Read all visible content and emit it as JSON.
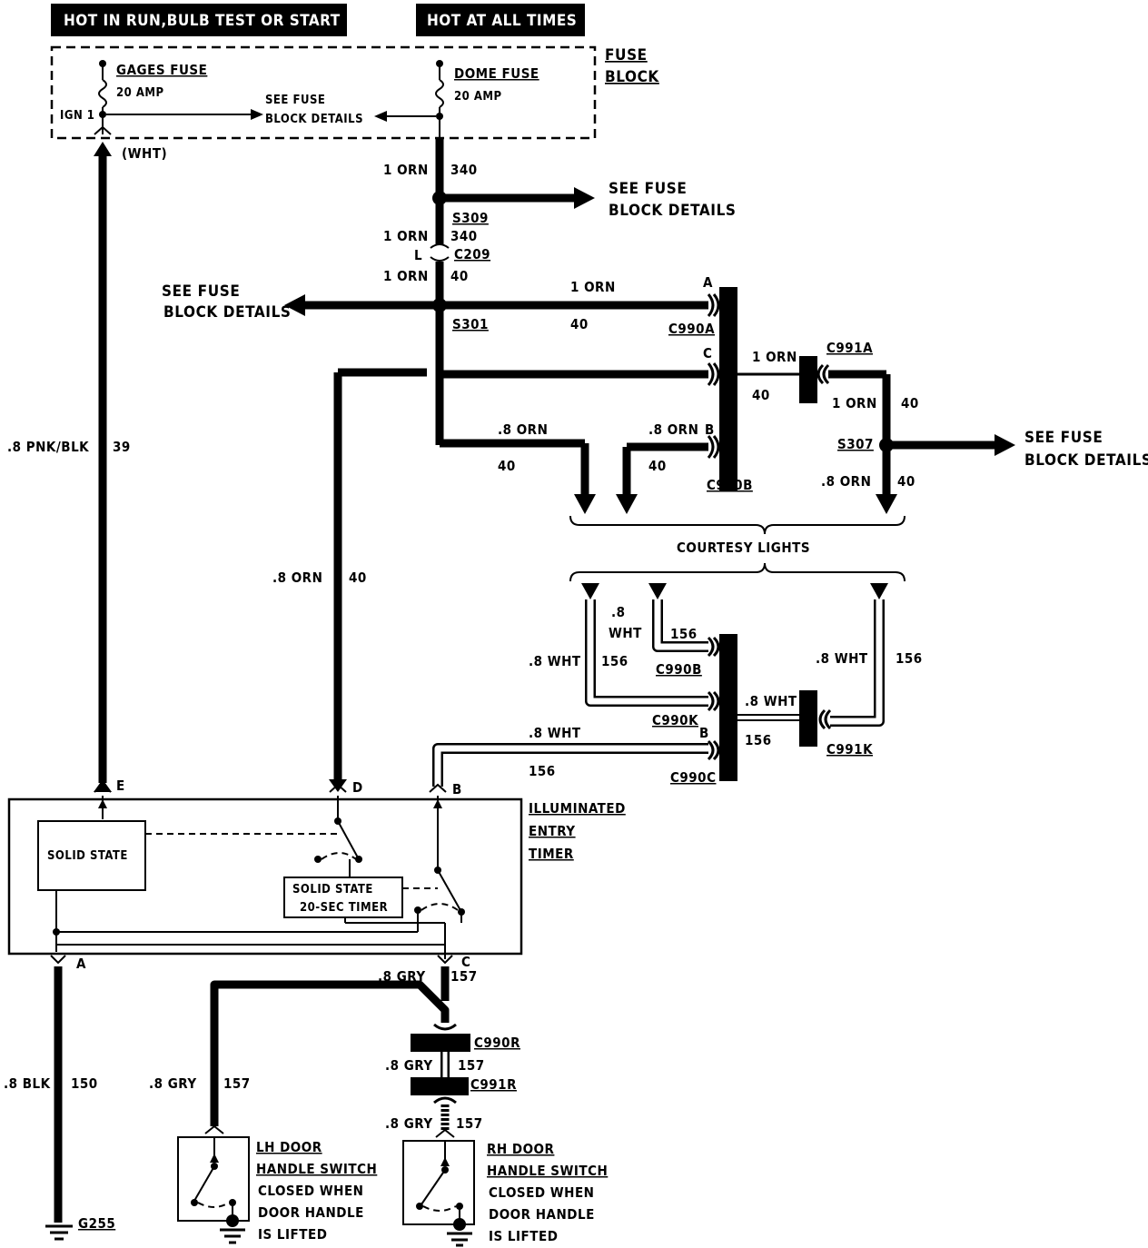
{
  "header": {
    "hot_run": "HOT IN RUN,BULB TEST OR START",
    "hot_all": "HOT AT ALL TIMES"
  },
  "fuse_block": {
    "label": "FUSE",
    "label2": "BLOCK",
    "gages_fuse": "GAGES FUSE",
    "gages_amp": "20 AMP",
    "dome_fuse": "DOME FUSE",
    "dome_amp": "20 AMP",
    "ign": "IGN 1",
    "see_fuse_1": "SEE FUSE",
    "see_fuse_1b": "BLOCK DETAILS",
    "wht": "(WHT)"
  },
  "wires": {
    "w340a_gauge": "1 ORN",
    "w340a_num": "340",
    "w340b_gauge": "1 ORN",
    "w340b_num": "340",
    "w40a_gauge": "1 ORN",
    "w40a_num": "40",
    "w39_gauge": ".8 PNK/BLK",
    "w39_num": "39",
    "w40_orn_1": "1 ORN",
    "w40_num_1": "40",
    "w40_orn_2": "1 ORN",
    "w40_num_2": "40",
    "w40_orn_3": "1 ORN",
    "w40_num_3": "40",
    "w8orn_a": ".8 ORN",
    "w8orn_a_num": "40",
    "w8orn_b": ".8 ORN",
    "w8orn_b_num": "40",
    "w8orn_c": ".8 ORN",
    "w8orn_c_num": "40",
    "w8orn_d": ".8 ORN",
    "w8orn_d_num": "40",
    "w8wht_a": ".8 WHT",
    "w8wht_a_num": "156",
    "w8wht_b_1": ".8",
    "w8wht_b_2": "WHT",
    "w8wht_b_num": "156",
    "w8wht_c": ".8 WHT",
    "w8wht_c_num": "156",
    "w8wht_d": ".8 WHT",
    "w8wht_d_num": "156",
    "w8wht_e": ".8 WHT",
    "w8wht_e_num": "156",
    "gry_a": ".8 GRY",
    "gry_a_num": "157",
    "gry_b": ".8 GRY",
    "gry_b_num": "157",
    "gry_c": ".8 GRY",
    "gry_c_num": "157",
    "gry_d": ".8 GRY",
    "gry_d_num": "157",
    "blk": ".8 BLK",
    "blk_num": "150"
  },
  "splices": {
    "s309": "S309",
    "c209": "C209",
    "c209_pin": "L",
    "s301": "S301",
    "s307": "S307"
  },
  "connectors": {
    "c990a": "C990A",
    "c990b": "C990B",
    "c990b2": "C990B",
    "c990k": "C990K",
    "c990c": "C990C",
    "c991a": "C991A",
    "c991k": "C991K",
    "c990r": "C990R",
    "c991r": "C991R",
    "pin_a": "A",
    "pin_b": "B",
    "pin_c": "C",
    "pin_b2": "B"
  },
  "see_fuse": {
    "t1": "SEE FUSE",
    "t1b": "BLOCK DETAILS",
    "t2": "SEE FUSE",
    "t2b": "BLOCK DETAILS",
    "t3": "SEE FUSE",
    "t3b": "BLOCK DETAILS"
  },
  "courtesy": "COURTESY LIGHTS",
  "timer": {
    "title1": "ILLUMINATED",
    "title2": "ENTRY",
    "title3": "TIMER",
    "solid_state": "SOLID STATE",
    "timer_1": "SOLID STATE",
    "timer_2": "20-SEC TIMER",
    "pin_e": "E",
    "pin_d": "D",
    "pin_b": "B",
    "pin_a": "A",
    "pin_c": "C"
  },
  "lh_switch": {
    "l1": "LH DOOR",
    "l2": "HANDLE SWITCH",
    "l3": "CLOSED WHEN",
    "l4": "DOOR HANDLE",
    "l5": "IS LIFTED"
  },
  "rh_switch": {
    "l1": "RH DOOR",
    "l2": "HANDLE SWITCH",
    "l3": "CLOSED WHEN",
    "l4": "DOOR HANDLE",
    "l5": "IS LIFTED"
  },
  "ground": "G255"
}
